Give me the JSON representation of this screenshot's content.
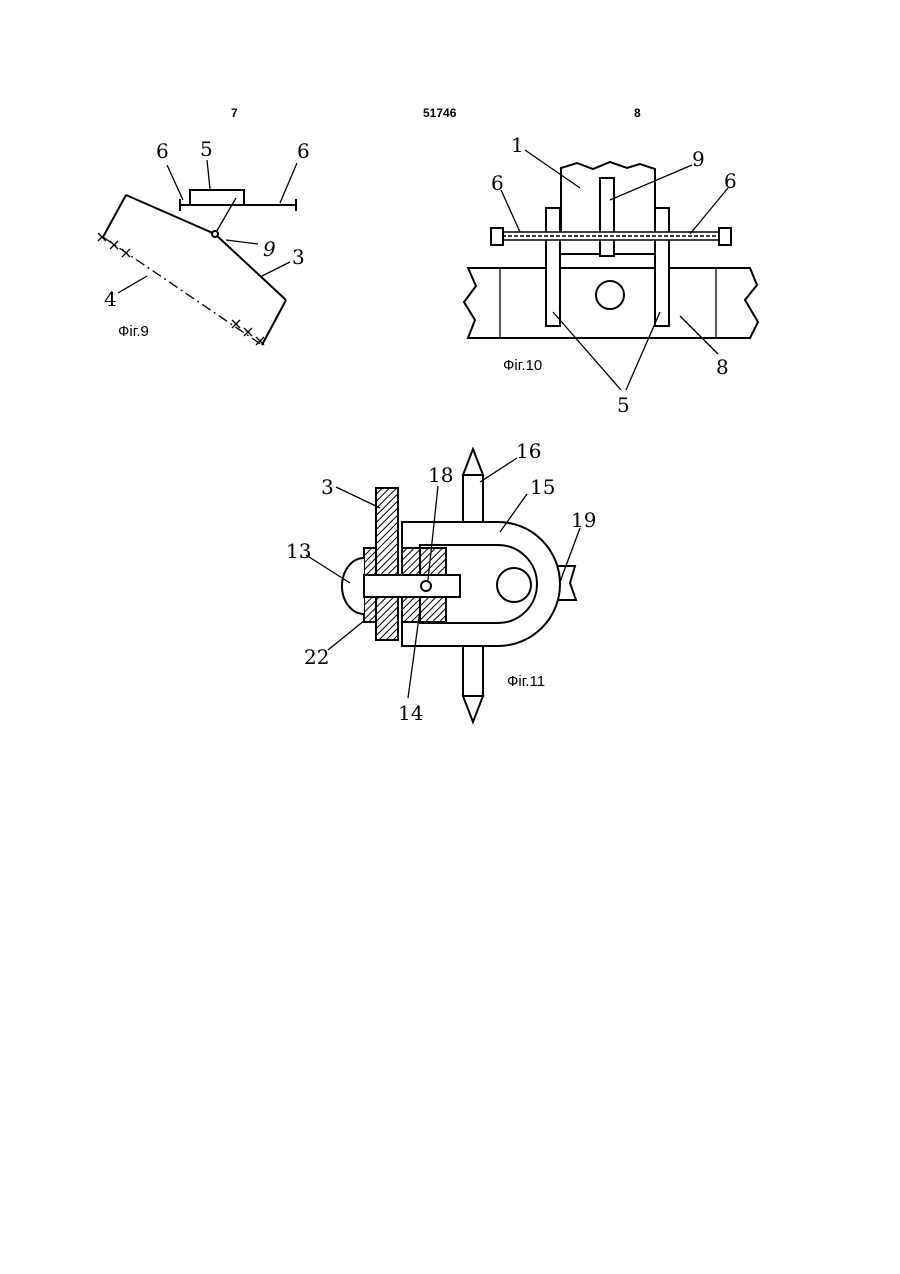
{
  "header": {
    "left_page": "7",
    "patent_number": "51746",
    "right_page": "8"
  },
  "fig9": {
    "caption": "Фiг.9",
    "labels": {
      "l6a": "6",
      "l5": "5",
      "l6b": "6",
      "l9": "9",
      "l3": "3",
      "l4": "4"
    }
  },
  "fig10": {
    "caption": "Фiг.10",
    "labels": {
      "l1": "1",
      "l9": "9",
      "l6a": "6",
      "l6b": "6",
      "l5": "5",
      "l8": "8"
    }
  },
  "fig11": {
    "caption": "Фiг.11",
    "labels": {
      "l3": "3",
      "l18": "18",
      "l16": "16",
      "l15": "15",
      "l19": "19",
      "l13": "13",
      "l22": "22",
      "l14": "14"
    }
  }
}
